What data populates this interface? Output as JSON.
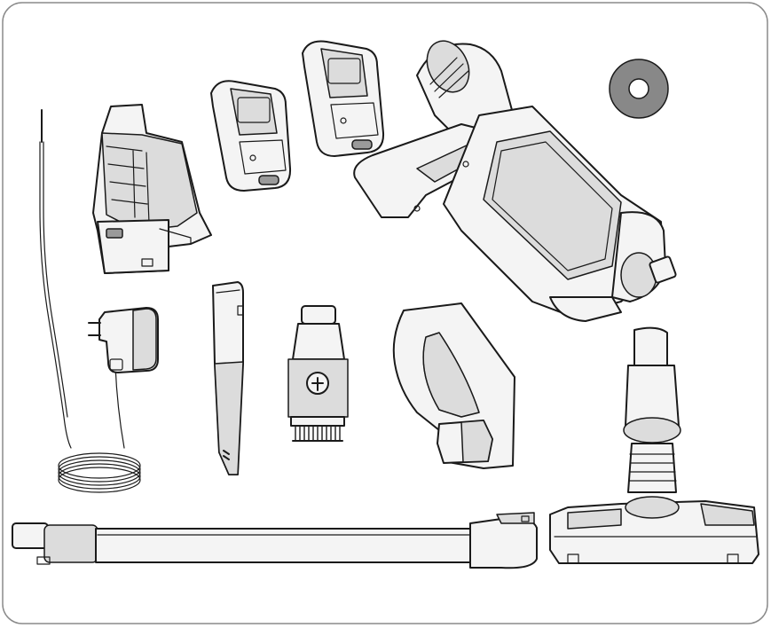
{
  "figure": {
    "components": [
      {
        "id": "charging-wire",
        "icon": "cable-icon"
      },
      {
        "id": "battery-cradle",
        "icon": "battery-cradle-icon"
      },
      {
        "id": "battery-pack-1",
        "icon": "battery-icon"
      },
      {
        "id": "battery-pack-2",
        "icon": "battery-icon"
      },
      {
        "id": "main-handheld-unit",
        "icon": "vacuum-body-icon"
      },
      {
        "id": "filter-disc",
        "icon": "filter-icon"
      },
      {
        "id": "power-adapter",
        "icon": "plug-icon"
      },
      {
        "id": "crevice-tool",
        "icon": "crevice-tool-icon"
      },
      {
        "id": "dusting-brush",
        "icon": "brush-icon"
      },
      {
        "id": "wall-mount-bracket",
        "icon": "bracket-icon"
      },
      {
        "id": "extension-wand",
        "icon": "wand-icon"
      },
      {
        "id": "floor-head",
        "icon": "floor-head-icon"
      }
    ],
    "colors": {
      "line": "#1a1a1a",
      "fill": "#f4f4f4",
      "shade": "#dcdcdc",
      "filter": "#888888",
      "frame": "#8a8a8a"
    }
  }
}
